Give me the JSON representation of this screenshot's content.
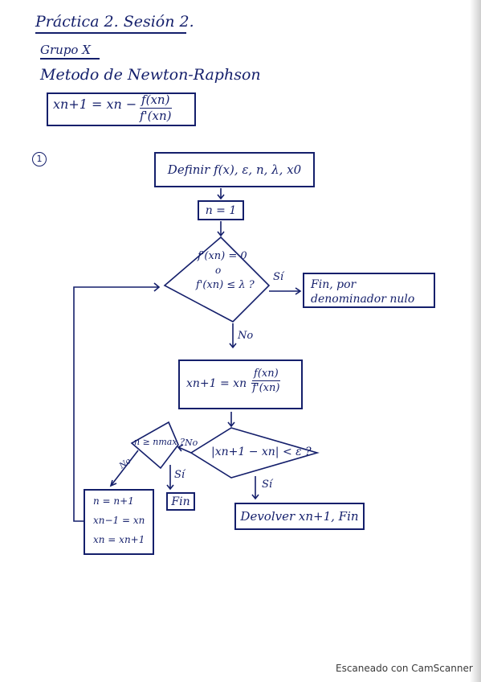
{
  "header": {
    "title": "Práctica 2. Sesión 2.",
    "group": "Grupo X",
    "method": "Metodo de Newton-Raphson",
    "formula_lhs": "xn+1 = xn −",
    "formula_num": "f(xn)",
    "formula_den": "f'(xn)"
  },
  "step_number": "1",
  "flow": {
    "define": "Definir f(x), ε, n, λ, x0",
    "init": "n = 1",
    "check_line1": "f'(xn) = 0",
    "check_line2": "o",
    "check_line3": "f'(xn) ≤ λ ?",
    "yes_label_1": "Sí",
    "end_null": "Fin, por denominador nulo",
    "no_label_1": "No",
    "update_lhs": "xn+1 = xn −",
    "update_num": "f(xn)",
    "update_den": "f'(xn)",
    "converge_check": "|xn+1 − xn| < ε ?",
    "no_label_2": "No",
    "max_check": "n ≥ nmax ?",
    "no_label_3": "No",
    "yes_label_2": "Sí",
    "fin": "Fin",
    "yes_label_3": "Sí",
    "return": "Devolver xn+1, Fin",
    "iter_1": "n = n+1",
    "iter_2": "xn−1 = xn",
    "iter_3": "xn = xn+1"
  },
  "footer": "Escaneado con CamScanner",
  "colors": {
    "ink": "#141f6b",
    "paper": "#ffffff"
  }
}
